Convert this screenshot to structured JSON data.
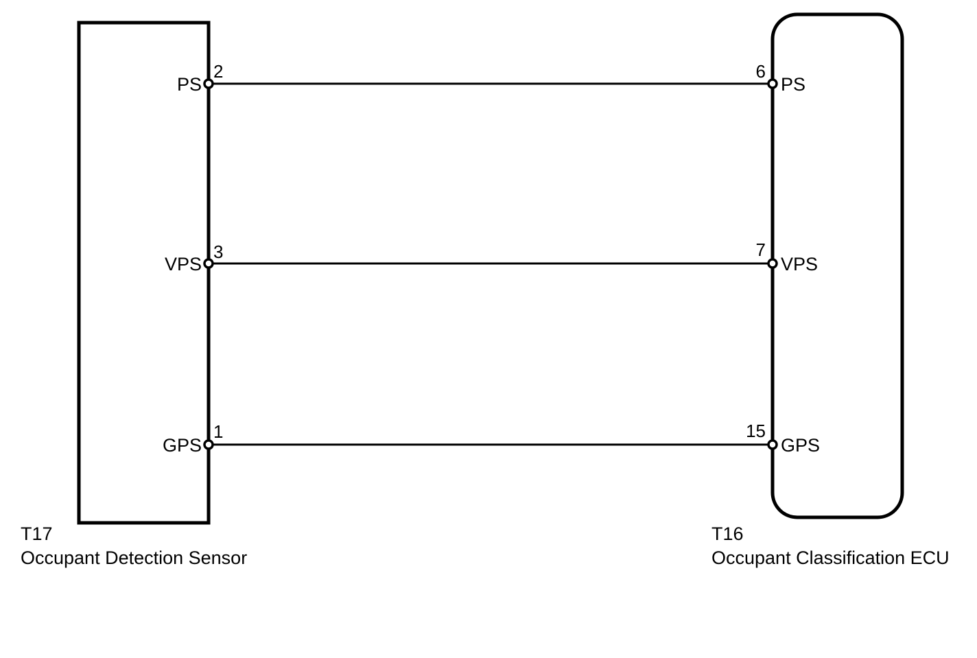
{
  "diagram": {
    "type": "wiring-diagram",
    "colors": {
      "line": "#000000",
      "background": "#ffffff",
      "terminal_fill": "#ffffff"
    },
    "left_component": {
      "connector_id": "T17",
      "name": "Occupant Detection Sensor",
      "shape": "rectangle",
      "pins": [
        {
          "number": "2",
          "label": "PS"
        },
        {
          "number": "3",
          "label": "VPS"
        },
        {
          "number": "1",
          "label": "GPS"
        }
      ]
    },
    "right_component": {
      "connector_id": "T16",
      "name": "Occupant Classification ECU",
      "shape": "rounded-rectangle",
      "pins": [
        {
          "number": "6",
          "label": "PS"
        },
        {
          "number": "7",
          "label": "VPS"
        },
        {
          "number": "15",
          "label": "GPS"
        }
      ]
    },
    "wires": [
      {
        "signal": "PS",
        "from": "T17 pin 2",
        "to": "T16 pin 6"
      },
      {
        "signal": "VPS",
        "from": "T17 pin 3",
        "to": "T16 pin 7"
      },
      {
        "signal": "GPS",
        "from": "T17 pin 1",
        "to": "T16 pin 15"
      }
    ]
  }
}
